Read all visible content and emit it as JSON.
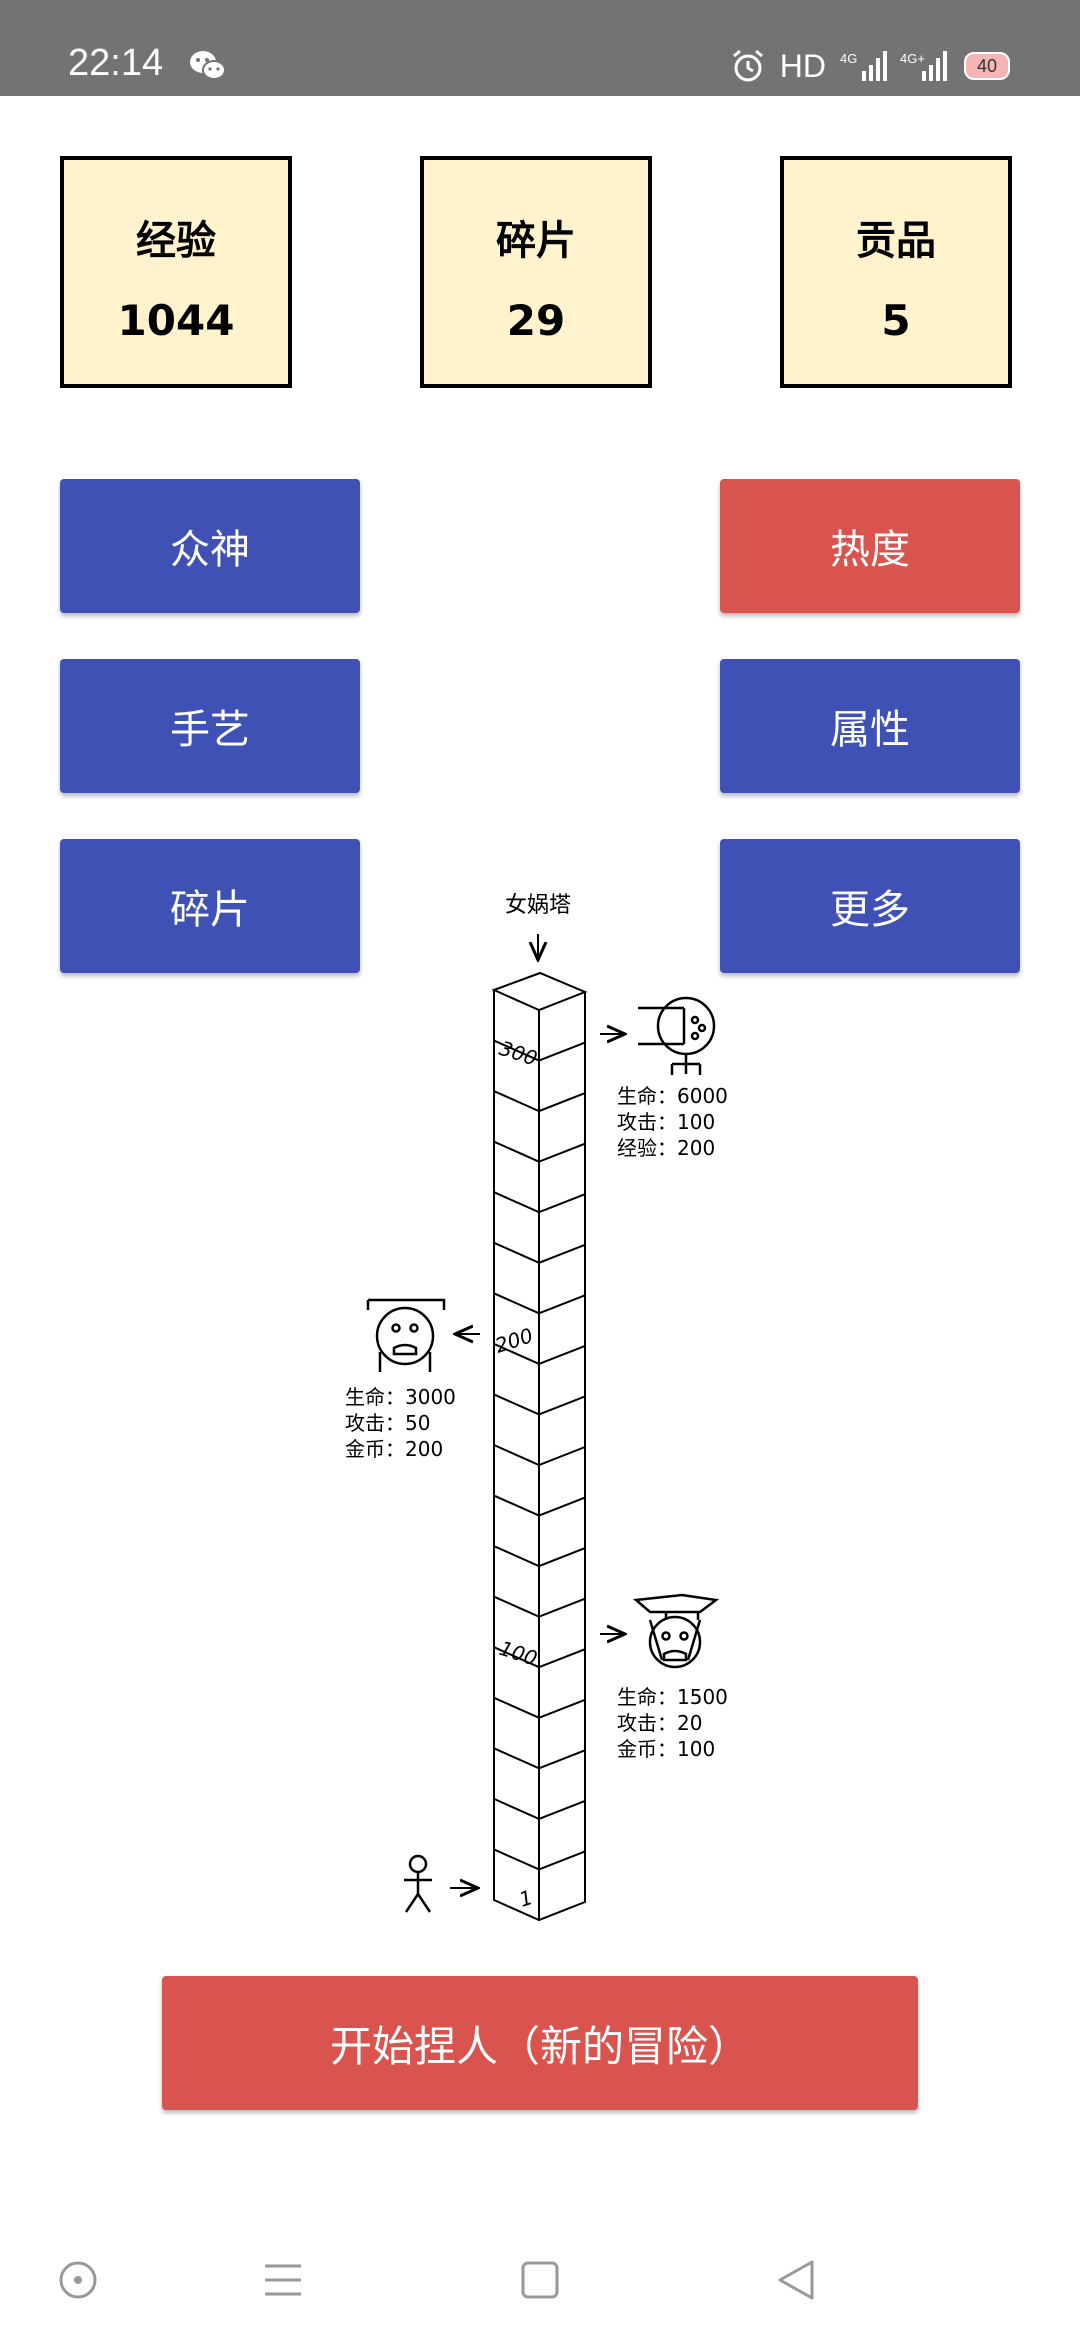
{
  "status_bar": {
    "time": "22:14",
    "hd_label": "HD",
    "battery_level": "40",
    "icons": [
      "wechat-icon",
      "alarm-icon",
      "signal-4g-icon",
      "signal-4g-plus-icon",
      "battery-icon"
    ]
  },
  "stats": [
    {
      "label": "经验",
      "value": "1044"
    },
    {
      "label": "碎片",
      "value": "29"
    },
    {
      "label": "贡品",
      "value": "5"
    }
  ],
  "menu": {
    "gods": "众神",
    "heat": "热度",
    "craft": "手艺",
    "attributes": "属性",
    "fragments": "碎片",
    "more": "更多"
  },
  "tower": {
    "title": "女娲塔",
    "floor_labels": [
      "300",
      "200",
      "100",
      "1"
    ],
    "bosses": [
      {
        "floor": "300",
        "lines": [
          "生命：6000",
          "攻击：100",
          "经验：200"
        ]
      },
      {
        "floor": "200",
        "lines": [
          "生命：3000",
          "攻击：50",
          "金币：200"
        ]
      },
      {
        "floor": "100",
        "lines": [
          "生命：1500",
          "攻击：20",
          "金币：100"
        ]
      }
    ]
  },
  "start_button": "开始捏人（新的冒险）",
  "nav_bar": {
    "icons": [
      "home-circle-icon",
      "menu-lines-icon",
      "overview-square-icon",
      "back-triangle-icon"
    ]
  },
  "colors": {
    "button_blue": "#3f51b5",
    "button_red": "#d9534f",
    "card_bg": "#fff3cd",
    "status_bar_bg": "#737373"
  }
}
